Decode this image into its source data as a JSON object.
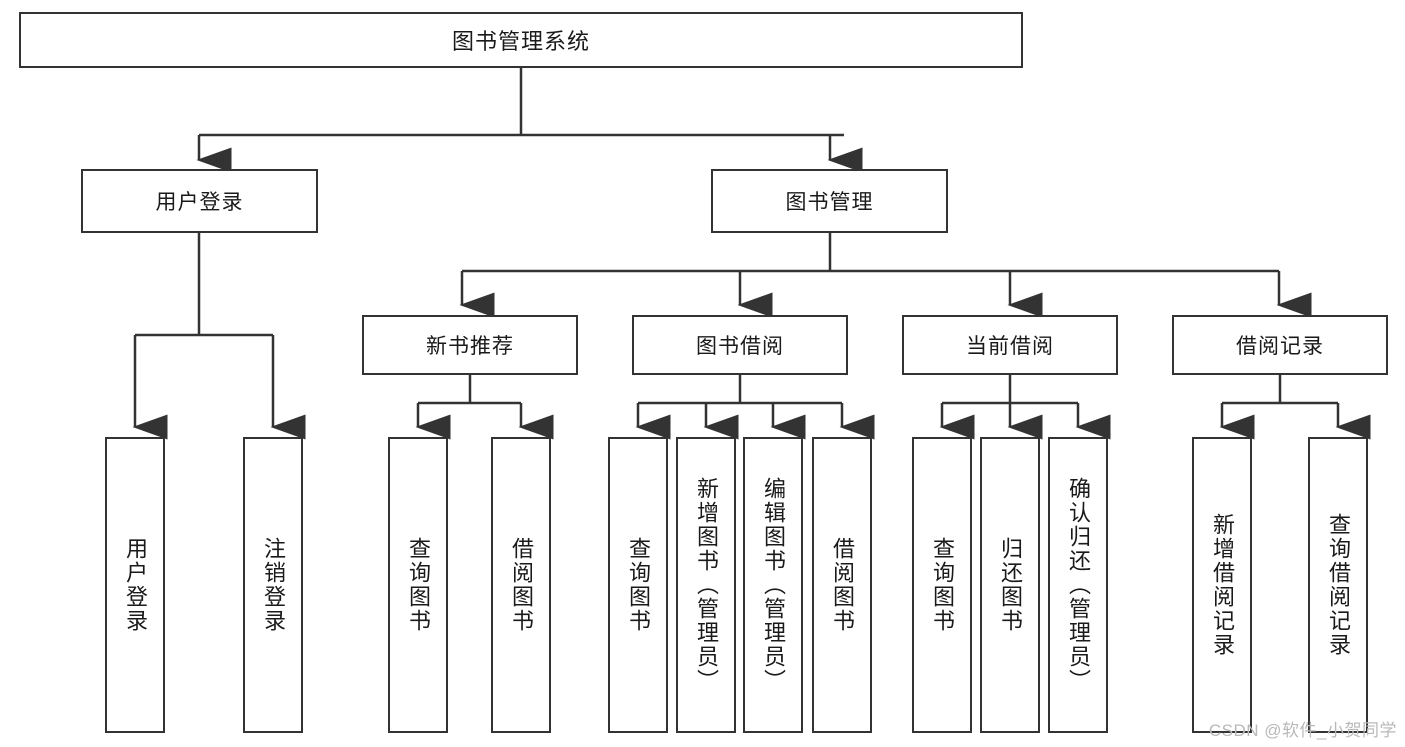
{
  "diagram": {
    "title": "图书管理系统",
    "watermark": "CSDN @软件_小贺同学",
    "colors": {
      "box_border": "#333333",
      "box_fill": "#ffffff",
      "connector": "#333333",
      "text": "#1a1a1a",
      "watermark": "#b9b9b9",
      "background": "#ffffff"
    },
    "root": {
      "label": "图书管理系统"
    },
    "level2": [
      {
        "label": "用户登录"
      },
      {
        "label": "图书管理"
      }
    ],
    "level3": [
      {
        "label": "新书推荐"
      },
      {
        "label": "图书借阅"
      },
      {
        "label": "当前借阅"
      },
      {
        "label": "借阅记录"
      }
    ],
    "leaves": {
      "user_login": [
        {
          "label": "用户登录"
        },
        {
          "label": "注销登录"
        }
      ],
      "new_book_recommend": [
        {
          "label": "查询图书"
        },
        {
          "label": "借阅图书"
        }
      ],
      "book_borrow": [
        {
          "label": "查询图书"
        },
        {
          "label": "新增图书（管理员）"
        },
        {
          "label": "编辑图书（管理员）"
        },
        {
          "label": "借阅图书"
        }
      ],
      "current_borrow": [
        {
          "label": "查询图书"
        },
        {
          "label": "归还图书"
        },
        {
          "label": "确认归还（管理员）"
        }
      ],
      "borrow_record": [
        {
          "label": "新增借阅记录"
        },
        {
          "label": "查询借阅记录"
        }
      ]
    }
  }
}
